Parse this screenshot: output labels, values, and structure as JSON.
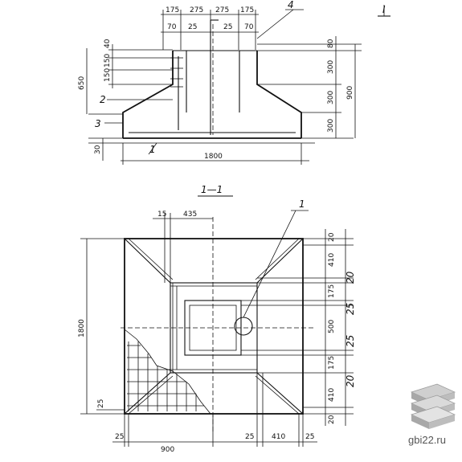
{
  "title_section_marker": "I",
  "section_title": "1—1",
  "callouts": {
    "c1": "1",
    "c2": "2",
    "c3": "3",
    "c4": "4",
    "plan_c1": "1"
  },
  "elevation": {
    "top_dims": [
      "175",
      "275",
      "275",
      "175"
    ],
    "sub_dims": [
      "70",
      "25",
      "25",
      "70"
    ],
    "left_dims": [
      "40",
      "150",
      "150",
      "650"
    ],
    "bottom_offset": "30",
    "right_dims": [
      "80",
      "300",
      "300",
      "300"
    ],
    "right_total": "900",
    "width_dim": "1800"
  },
  "plan": {
    "top_dims": [
      "15",
      "435"
    ],
    "right_dims": [
      "20",
      "410",
      "175",
      "500",
      "175",
      "410",
      "20"
    ],
    "right_small_dims": [
      "20",
      "25",
      "25",
      "20"
    ],
    "left_dim": "1800",
    "left_small": "25",
    "bottom_dims": [
      "25",
      "900",
      "25",
      "410",
      "25"
    ]
  },
  "watermark": "gbi22.ru"
}
